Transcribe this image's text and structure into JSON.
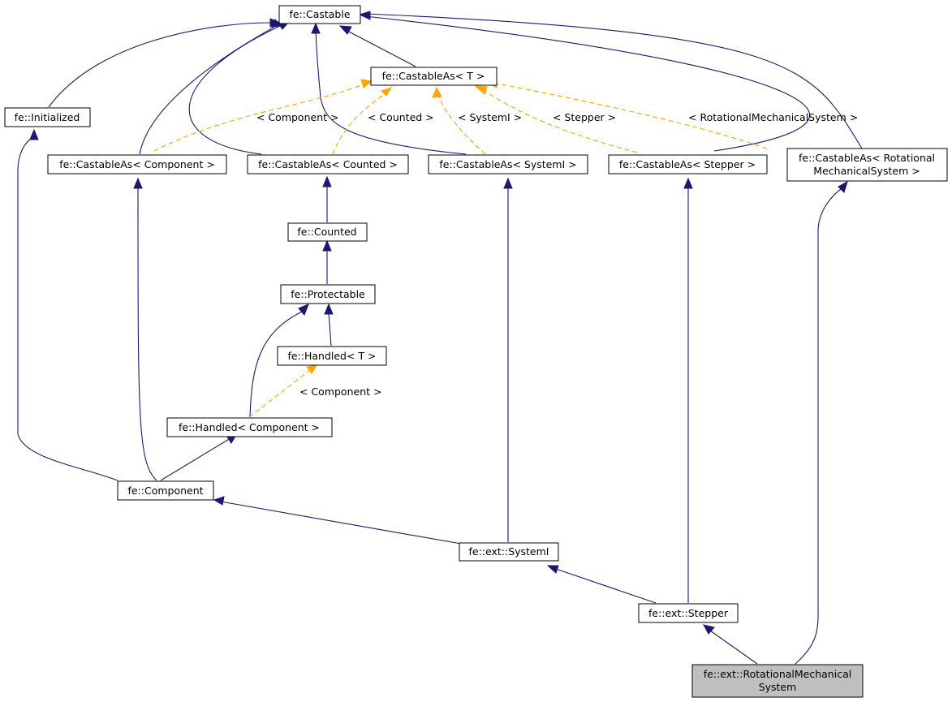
{
  "nodes": {
    "castable": "fe::Castable",
    "castable_as_t": "fe::CastableAs< T >",
    "initialized": "fe::Initialized",
    "castable_as_component": "fe::CastableAs< Component >",
    "castable_as_counted": "fe::CastableAs< Counted >",
    "castable_as_systemi": "fe::CastableAs< SystemI >",
    "castable_as_stepper": "fe::CastableAs< Stepper >",
    "castable_as_rms": [
      "fe::CastableAs< Rotational",
      "MechanicalSystem >"
    ],
    "counted": "fe::Counted",
    "protectable": "fe::Protectable",
    "handled_t": "fe::Handled< T >",
    "handled_component": "fe::Handled< Component >",
    "component": "fe::Component",
    "systemi": "fe::ext::SystemI",
    "stepper": "fe::ext::Stepper",
    "rms": [
      "fe::ext::RotationalMechanical",
      "System"
    ]
  },
  "edge_labels": {
    "component": "< Component >",
    "counted": "< Counted >",
    "systemi": "< SystemI >",
    "stepper": "< Stepper >",
    "rms": "< RotationalMechanicalSystem >",
    "handled_component": "< Component >"
  },
  "colors": {
    "inheritance_edge": "#191970",
    "template_edge": "#ffa500",
    "selected_node_fill": "#bfbfbf"
  }
}
